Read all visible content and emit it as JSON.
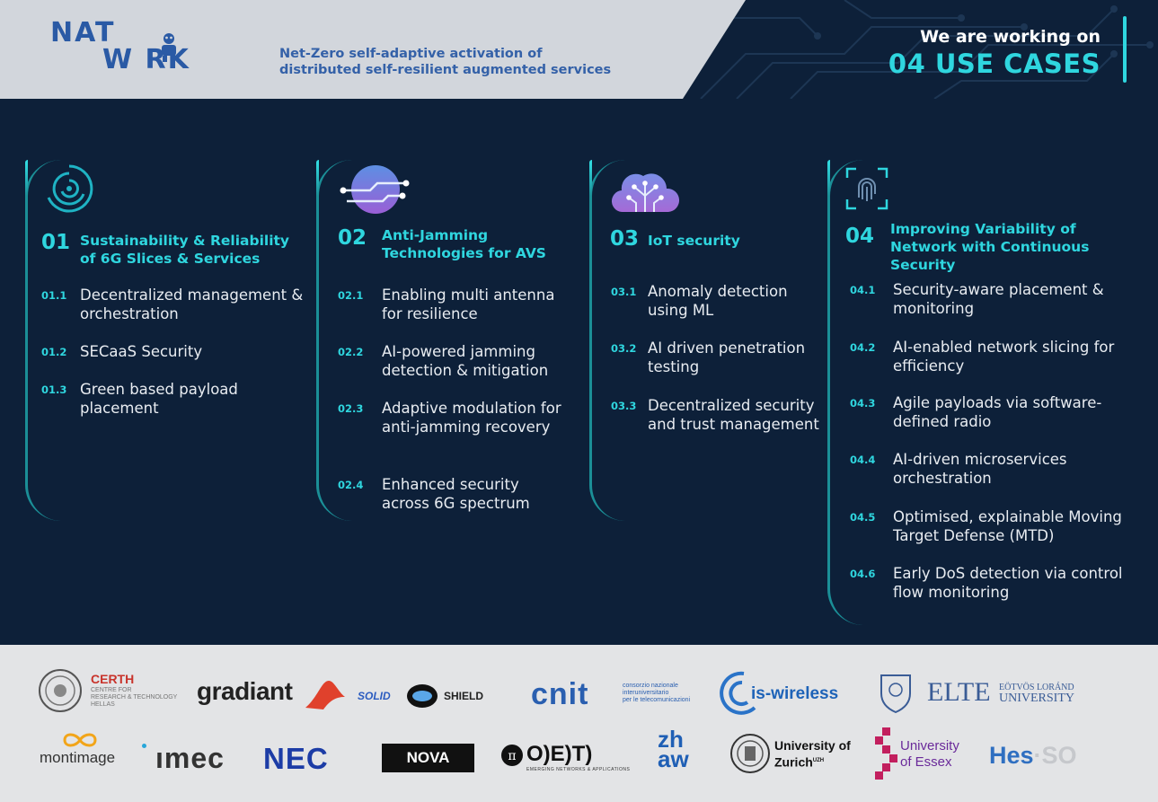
{
  "header": {
    "logo_line1": "NAT",
    "logo_line2": "W RK",
    "tagline_line1": "Net-Zero self-adaptive activation of",
    "tagline_line2": "distributed self-resilient augmented services",
    "working_line1": "We are working on",
    "working_line2": "04 USE CASES"
  },
  "colors": {
    "accent": "#2fd6df",
    "background": "#0d2039",
    "header_band": "#d2d6dc",
    "logo_blue": "#2a5aa5"
  },
  "use_cases": [
    {
      "number": "01",
      "title": "Sustainability & Reliability of 6G Slices & Services",
      "icon": "concentric-rings-icon",
      "items": [
        {
          "num": "01.1",
          "text": "Decentralized management & orchestration"
        },
        {
          "num": "01.2",
          "text": "SECaaS Security"
        },
        {
          "num": "01.3",
          "text": "Green based payload placement"
        }
      ]
    },
    {
      "number": "02",
      "title": "Anti-Jamming Technologies for AVS",
      "icon": "circuit-sphere-icon",
      "items": [
        {
          "num": "02.1",
          "text": "Enabling multi antenna for resilience"
        },
        {
          "num": "02.2",
          "text": "AI-powered jamming detection & mitigation"
        },
        {
          "num": "02.3",
          "text": "Adaptive modulation for anti-jamming recovery"
        },
        {
          "num": "02.4",
          "text": "Enhanced security across 6G spectrum"
        }
      ]
    },
    {
      "number": "03",
      "title": "IoT security",
      "icon": "circuit-cloud-icon",
      "items": [
        {
          "num": "03.1",
          "text": "Anomaly detection using ML"
        },
        {
          "num": "03.2",
          "text": "AI driven penetration testing"
        },
        {
          "num": "03.3",
          "text": "Decentralized security and trust management"
        }
      ]
    },
    {
      "number": "04",
      "title": "Improving Variability of Network with Continuous Security",
      "icon": "fingerprint-scan-icon",
      "items": [
        {
          "num": "04.1",
          "text": "Security-aware placement & monitoring"
        },
        {
          "num": "04.2",
          "text": "AI-enabled network slicing for efficiency"
        },
        {
          "num": "04.3",
          "text": "Agile payloads via software-defined radio"
        },
        {
          "num": "04.4",
          "text": "AI-driven microservices orchestration"
        },
        {
          "num": "04.5",
          "text": "Optimised, explainable Moving Target Defense (MTD)"
        },
        {
          "num": "04.6",
          "text": "Early DoS detection via control flow monitoring"
        }
      ]
    }
  ],
  "partners": {
    "certh": {
      "name": "CERTH",
      "sub1": "CENTRE FOR",
      "sub2": "RESEARCH & TECHNOLOGY",
      "sub3": "HELLAS"
    },
    "gradiant": "gradiant",
    "solidshield_a": "SOLID",
    "solidshield_b": "SHIELD",
    "cnit": {
      "name": "cnit",
      "sub1": "consorzio nazionale",
      "sub2": "interuniversitario",
      "sub3": "per le telecomunicazioni"
    },
    "iswireless": "is-wireless",
    "elte": {
      "name": "ELTE",
      "sub1": "EÖTVÖS LORÁND",
      "sub2": "UNIVERSITY"
    },
    "montimage": "montimage",
    "imec": "ımec",
    "nec": "NEC",
    "nova": "NOVA",
    "onet": {
      "name": "O)E)T)",
      "sub": "EMERGING NETWORKS & APPLICATIONS"
    },
    "zhaw_1": "zh",
    "zhaw_2": "aw",
    "uzh_1": "University of",
    "uzh_2": "Zurich",
    "uzh_sup": "UZH",
    "essex_1": "University",
    "essex_2": "of Essex",
    "hes_1": "Hes",
    "hes_2": "·SO"
  }
}
